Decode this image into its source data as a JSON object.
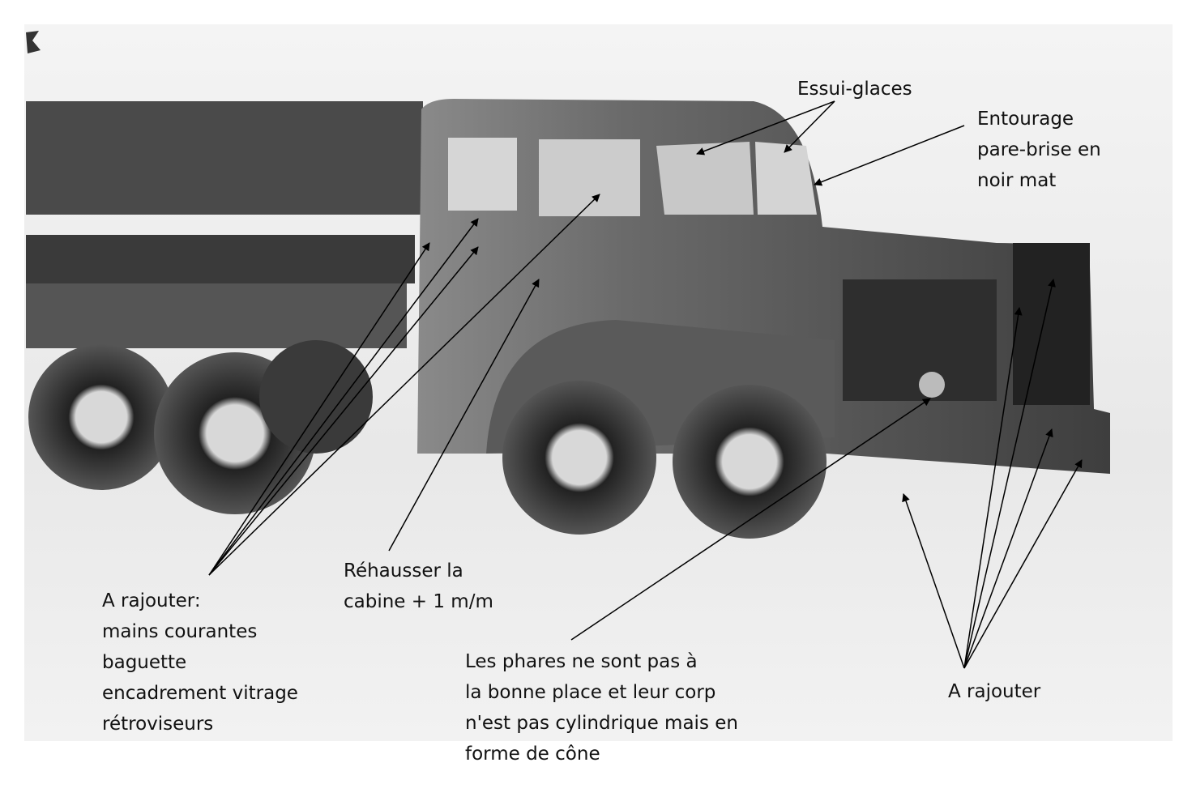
{
  "annotations": {
    "wipers": "Essui-glaces",
    "windshield_frame": [
      "Entourage",
      "pare-brise en",
      "noir mat"
    ],
    "add_left": [
      "A rajouter:",
      "mains courantes",
      "baguette",
      "encadrement vitrage",
      "rétroviseurs"
    ],
    "raise_cab": [
      "Réhausser la",
      "cabine + 1 m/m"
    ],
    "headlights": [
      "Les phares ne sont pas à",
      "la bonne place et leur corp",
      "n'est pas cylindrique mais en",
      "forme de cône"
    ],
    "add_right": "A rajouter"
  },
  "colors": {
    "photo_light": "#e6e6e6",
    "photo_dark": "#3a3a3a",
    "arrow": "#000000"
  }
}
